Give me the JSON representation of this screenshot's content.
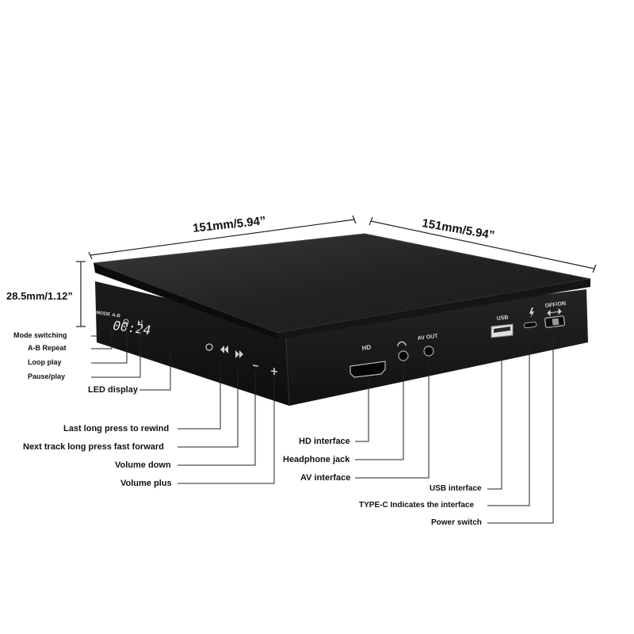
{
  "dimensions": {
    "width_left": "151mm/5.94”",
    "width_right": "151mm/5.94”",
    "height": "28.5mm/1.12”"
  },
  "front_panel": {
    "mode": "MODE",
    "ab": "A-B",
    "led_display": "00:24",
    "hd": "HD",
    "av_out": "AV OUT",
    "usb": "USB",
    "off_on": "OFF/ON"
  },
  "callouts_left": {
    "mode_switching": "Mode switching",
    "ab_repeat": "A-B Repeat",
    "loop_play": "Loop play",
    "pause_play": "Pause/play",
    "led_display": "LED display",
    "rewind": "Last long press to rewind",
    "fast_forward": "Next track long press fast forward",
    "volume_down": "Volume down",
    "volume_plus": "Volume plus"
  },
  "callouts_right": {
    "hd_interface": "HD interface",
    "headphone_jack": "Headphone jack",
    "av_interface": "AV interface",
    "usb_interface": "USB interface",
    "type_c": "TYPE-C Indicates the interface",
    "power_switch": "Power switch"
  },
  "colors": {
    "body": "#141414",
    "lid": "#262626",
    "lid_edge": "#3a3a3a",
    "leader": "#222222"
  }
}
